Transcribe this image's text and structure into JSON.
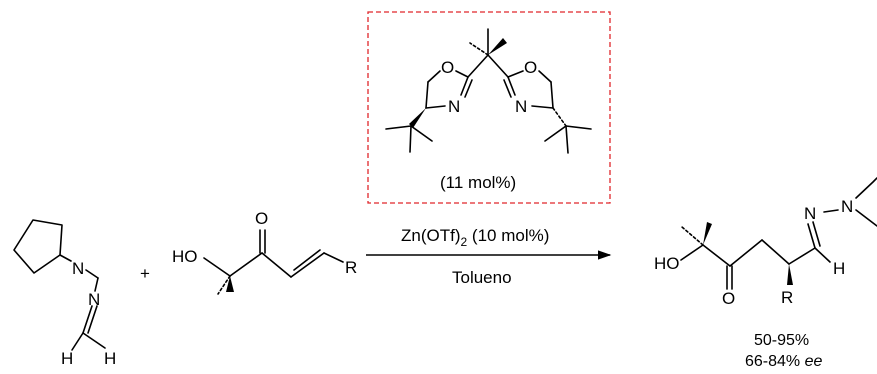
{
  "atoms": {
    "n": "N",
    "o": "O",
    "h": "H",
    "r": "R",
    "ho": "HO"
  },
  "plus": "+",
  "catalyst": {
    "loading": "(11 mol%)"
  },
  "conditions": {
    "reagent_prefix": "Zn(OTf)",
    "reagent_subscript": "2",
    "reagent_suffix": " (10 mol%)",
    "solvent": "Tolueno"
  },
  "results": {
    "yield": "50-95%",
    "ee_value": "66-84% ",
    "ee_label": "ee"
  },
  "colors": {
    "catalyst_box": "#e0262b",
    "ink": "#000000"
  }
}
